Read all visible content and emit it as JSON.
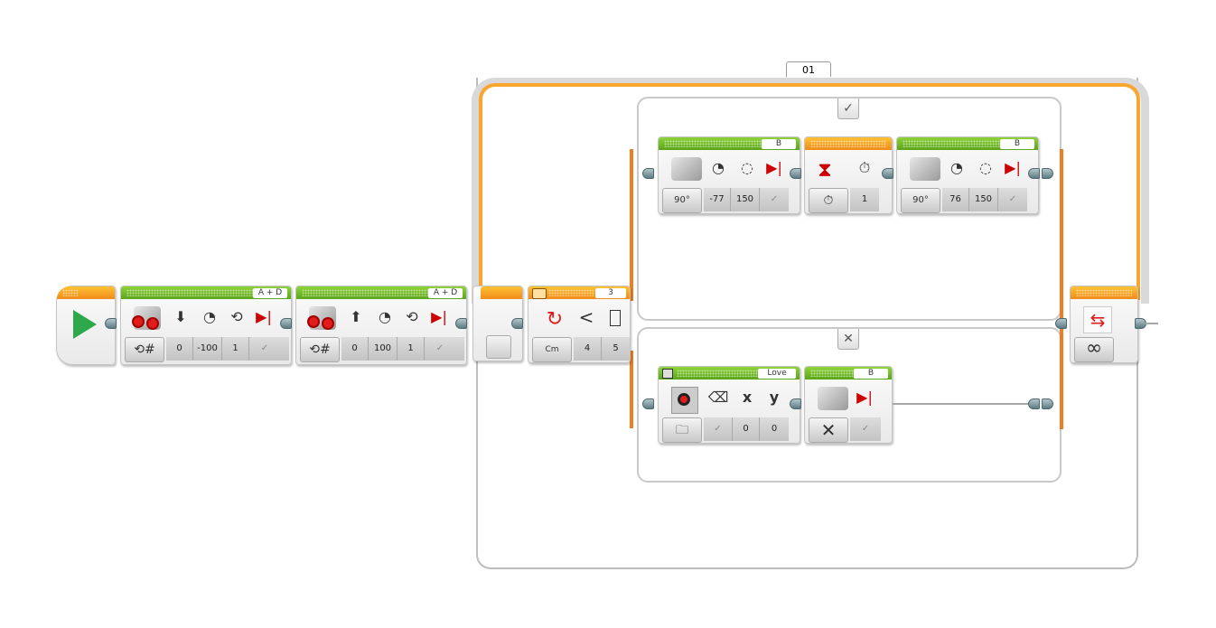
{
  "loop": {
    "counter_label": "01",
    "mode_icon": "infinity-icon",
    "mode_symbol": "∞",
    "end_icon": "loop-arrows-icon"
  },
  "start_block": {
    "icon": "play-icon"
  },
  "blocks": {
    "tank1": {
      "port": "A + D",
      "mode_icon": "rotations-icon",
      "params": [
        "0",
        "-100",
        "1",
        "✓"
      ],
      "param_icons": [
        "steering-down-arrow-icon",
        "power-gauge-icon",
        "rotations-icon",
        "brake-icon"
      ]
    },
    "tank2": {
      "port": "A + D",
      "mode_icon": "rotations-icon",
      "params": [
        "0",
        "100",
        "1",
        "✓"
      ],
      "param_icons": [
        "steering-up-arrow-icon",
        "power-gauge-icon",
        "rotations-icon",
        "brake-icon"
      ]
    },
    "switch": {
      "port": "3",
      "mode_label": "Cm",
      "compare_symbol": "<",
      "params": [
        "4",
        "5"
      ]
    },
    "motor_b1": {
      "port": "B",
      "mode_icon": "degrees-icon",
      "mode_label": "90°",
      "params": [
        "-77",
        "150",
        "✓"
      ]
    },
    "wait": {
      "mode_icon": "timer-icon",
      "params": [
        "1"
      ]
    },
    "motor_b2": {
      "port": "B",
      "mode_icon": "degrees-icon",
      "mode_label": "90°",
      "params": [
        "76",
        "150",
        "✓"
      ]
    },
    "display": {
      "port": "Love",
      "mode_icon": "folder-icon",
      "params": [
        "✓",
        "0",
        "0"
      ],
      "param_labels": [
        "",
        "x",
        "y"
      ]
    },
    "motor_b3": {
      "port": "B",
      "mode_icon": "off-icon",
      "mode_symbol": "✕",
      "params": [
        "✓"
      ]
    }
  },
  "switch_cases": {
    "true_label": "✓",
    "false_label": "✕"
  }
}
